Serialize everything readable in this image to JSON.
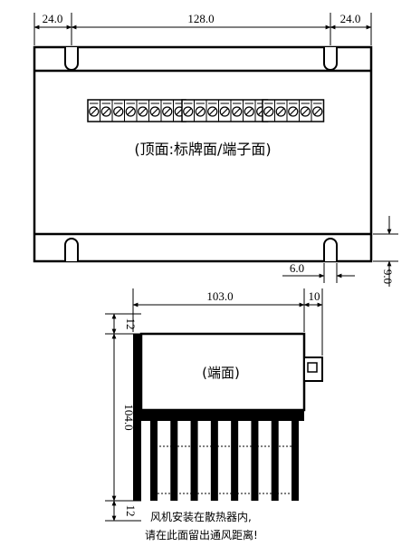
{
  "top_view": {
    "dim_left": "24.0",
    "dim_center": "128.0",
    "dim_right": "24.0",
    "dim_bottom_gap": "6.0",
    "dim_side_height": "9.0",
    "label": "(顶面:标牌面/端子面)",
    "terminal_groups": [
      8,
      7,
      5
    ]
  },
  "side_view": {
    "dim_length": "103.0",
    "dim_connector": "10",
    "dim_top_margin": "12",
    "dim_height": "104.0",
    "dim_bottom_margin": "12",
    "label": "(端面)",
    "fin_count": 8
  },
  "note": {
    "line1": "风机安装在散热器内,",
    "line2": "请在此面留出通风距离!"
  }
}
